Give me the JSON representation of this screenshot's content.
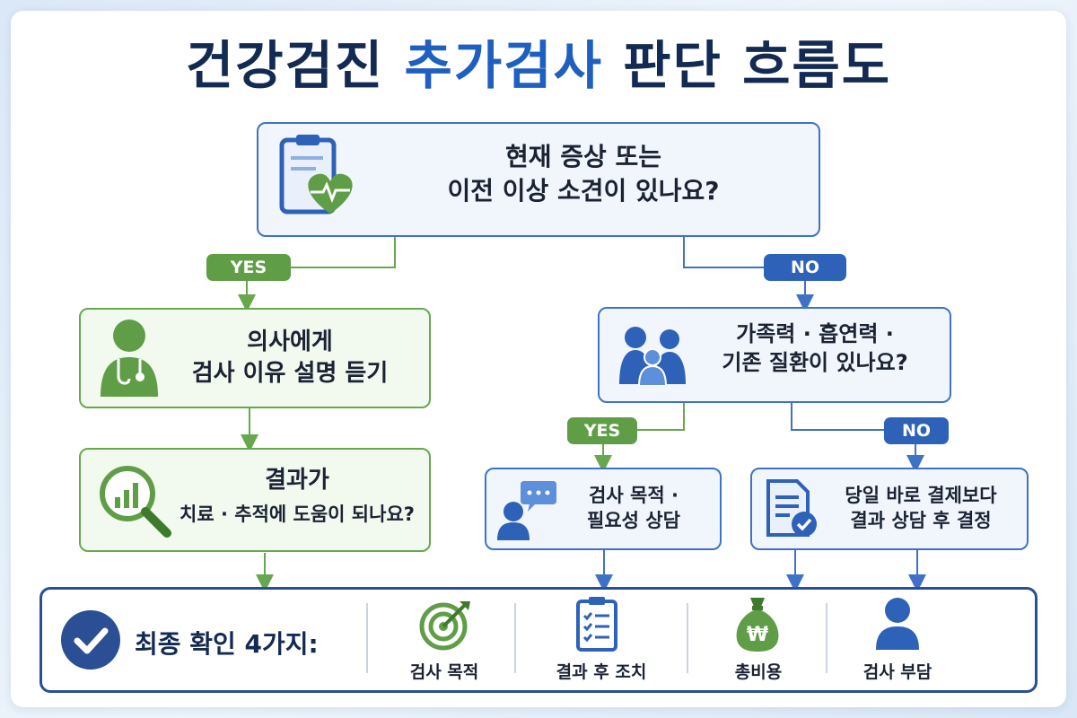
{
  "title": {
    "part1": "건강검진",
    "accent": "추가검사",
    "part2": "판단 흐름도"
  },
  "q1": {
    "line1": "현재 증상 또는",
    "line2": "이전 이상 소견이 있나요?"
  },
  "branch1": {
    "yes_label": "YES",
    "no_label": "NO"
  },
  "yes_box1": {
    "line1": "의사에게",
    "line2": "검사 이유 설명 듣기"
  },
  "yes_box2": {
    "line1": "결과가",
    "line2": "치료 · 추적에 도움이 되나요?"
  },
  "q2": {
    "line1": "가족력 · 흡연력 ·",
    "line2": "기존 질환이 있나요?"
  },
  "branch2": {
    "yes_label": "YES",
    "no_label": "NO"
  },
  "q2_yes_box": {
    "line1": "검사 목적 ·",
    "line2": "필요성 상담"
  },
  "q2_no_box": {
    "line1": "당일 바로 결제보다",
    "line2": "결과 상담 후 결정"
  },
  "final": {
    "heading": "최종 확인 4가지:",
    "items": [
      {
        "label": "검사 목적",
        "icon": "target-icon"
      },
      {
        "label": "결과 후 조치",
        "icon": "checklist-icon"
      },
      {
        "label": "총비용",
        "icon": "money-bag-icon"
      },
      {
        "label": "검사 부담",
        "icon": "person-icon"
      }
    ]
  },
  "colors": {
    "blue": "#2e62b8",
    "green": "#5f9e47",
    "navy": "#132a52",
    "accent": "#1f5fbf"
  }
}
